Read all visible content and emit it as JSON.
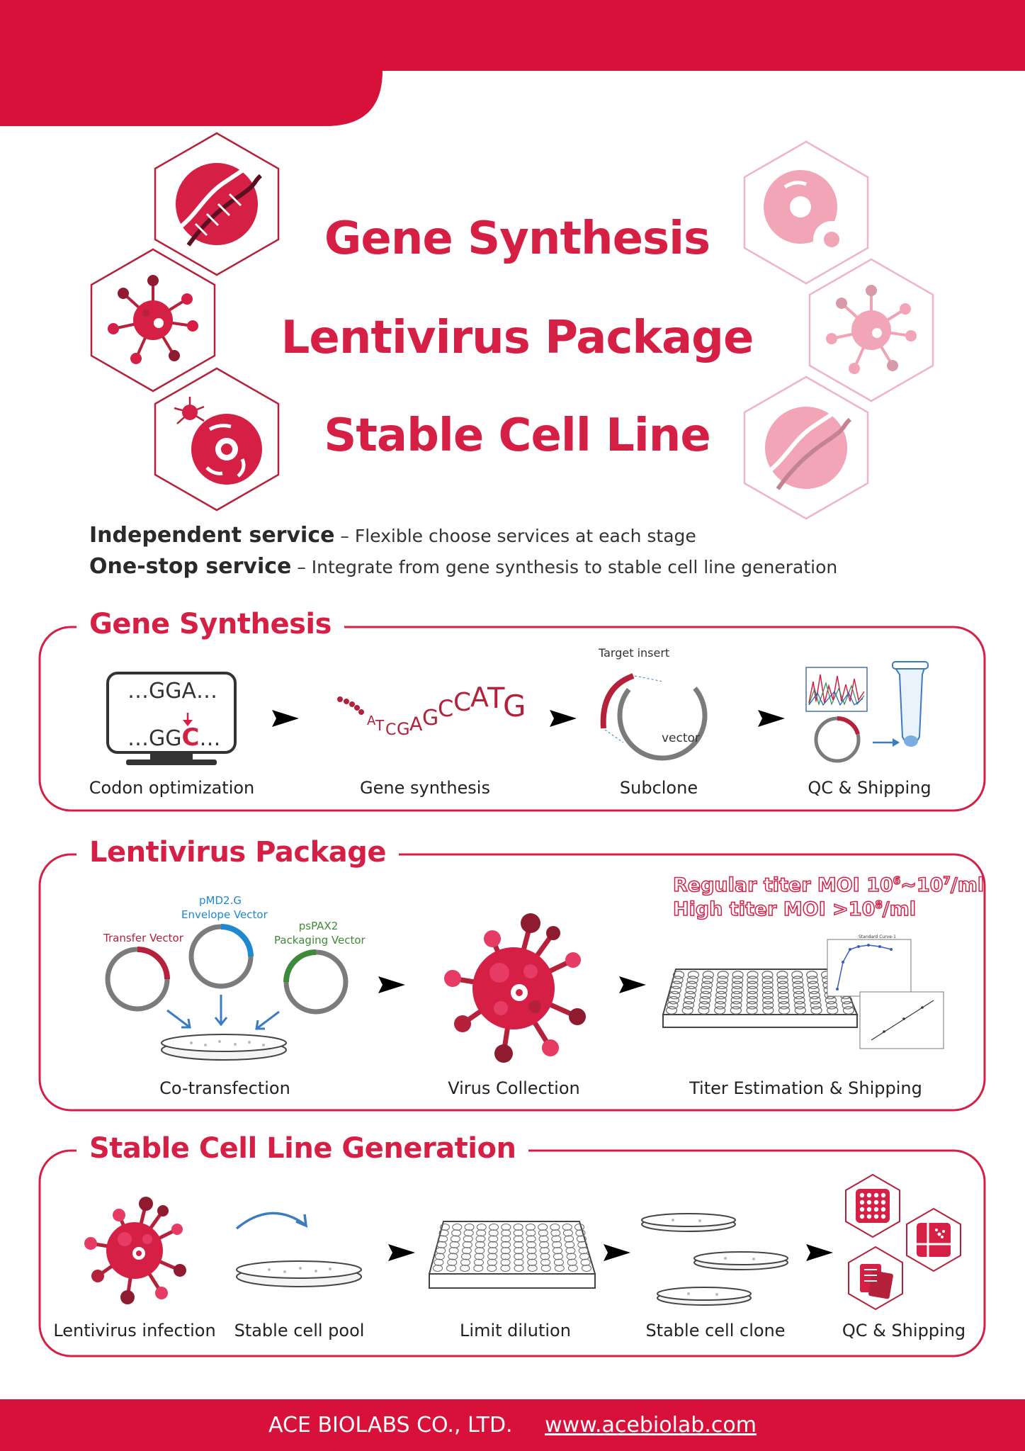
{
  "header": {
    "titles": [
      "Gene Synthesis",
      "Lentivirus Package",
      "Stable Cell Line"
    ]
  },
  "intro": {
    "independent_label": "Independent service",
    "independent_desc": "– Flexible choose services at each stage",
    "onestop_label": "One-stop service",
    "onestop_desc": "– Integrate from gene synthesis to stable cell line generation"
  },
  "gene_synthesis": {
    "heading": "Gene Synthesis",
    "screen_line1": "…GGA…",
    "screen_line2_prefix": "…GG",
    "screen_line2_mutation": "C",
    "screen_line2_suffix": "…",
    "sequence": "ATCGAGCCATG",
    "target_insert": "Target insert",
    "vector": "vector",
    "steps": [
      "Codon optimization",
      "Gene synthesis",
      "Subclone",
      "QC & Shipping"
    ]
  },
  "lentivirus": {
    "heading": "Lentivirus Package",
    "transfer_vector": "Transfer Vector",
    "envelope_name": "pMD2.G",
    "envelope_vector": "Envelope Vector",
    "packaging_name": "psPAX2",
    "packaging_vector": "Packaging Vector",
    "titer_regular": "Regular titer MOI 10",
    "titer_regular_exp1": "6",
    "titer_regular_mid": "~10",
    "titer_regular_exp2": "7",
    "titer_regular_unit": "/ml",
    "titer_high": "High titer MOI >10",
    "titer_high_exp": "8",
    "titer_high_unit": "/ml",
    "curve_title": "Standard Curve-1",
    "steps": [
      "Co-transfection",
      "Virus Collection",
      "Titer Estimation & Shipping"
    ]
  },
  "stable_cell": {
    "heading": "Stable Cell Line Generation",
    "steps": [
      "Lentivirus infection",
      "Stable cell pool",
      "Limit dilution",
      "Stable cell clone",
      "QC & Shipping"
    ]
  },
  "footer": {
    "company": "ACE BIOLABS CO., LTD.",
    "website": "www.acebiolab.com"
  },
  "colors": {
    "brand_red": "#d8113a",
    "title_red": "#d61f45",
    "pink": "#f2a5b6",
    "blue": "#3b7bbf",
    "green": "#3d8a3a",
    "envelope_blue": "#1e88d0"
  }
}
